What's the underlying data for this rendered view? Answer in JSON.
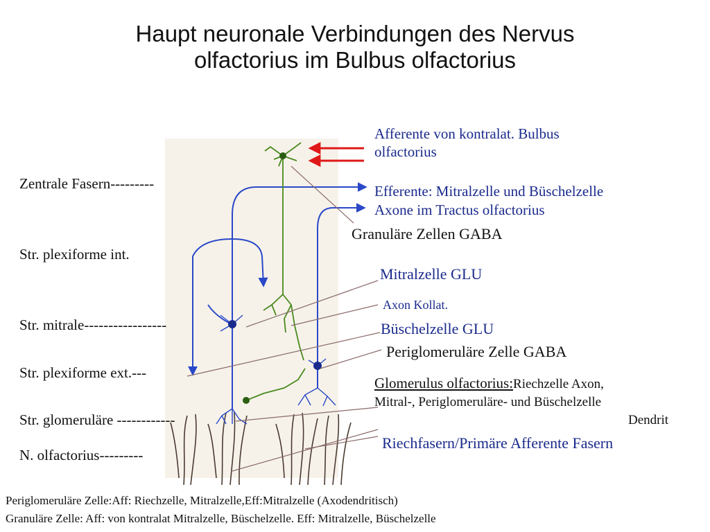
{
  "title": {
    "line1": "Haupt neuronale Verbindungen des Nervus",
    "line2": "olfactorius im Bulbus olfactorius"
  },
  "layers": [
    "Zentrale Fasern---------",
    "Str. plexiforme int.",
    "Str. mitrale-----------------",
    "Str. plexiforme ext.---",
    "Str. glomeruläre ------------",
    "N. olfactorius---------"
  ],
  "labels": {
    "afferente_1": "Afferente von kontralat. Bulbus",
    "afferente_2": "olfactorius",
    "efferente_1": "Efferente: Mitralzelle und Büschelzelle",
    "efferente_2": "Axone im Tractus olfactorius",
    "granulare": "Granuläre Zellen GABA",
    "mitralzelle": "Mitralzelle GLU",
    "axon_kollat": "Axon Kollat.",
    "buschelzelle": "Büschelzelle GLU",
    "periglomerulare": "Periglomeruläre Zelle GABA",
    "glomerulus_head": "Glomerulus olfactorius:",
    "glomerulus_rest": "Riechzelle Axon,",
    "glomerulus_2": "Mitral-, Periglomeruläre- und Büschelzelle",
    "glomerulus_3": "Dendrit",
    "riechfasern": "Riechfasern/Primäre Afferente Fasern"
  },
  "footnotes": [
    "Periglomeruläre Zelle:Aff: Riechzelle, Mitralzelle,Eff:Mitralzelle (Axodendritisch)",
    "Granuläre Zelle: Aff: von kontralat Mitralzelle, Büschelzelle. Eff: Mitralzelle, Büschelzelle"
  ],
  "colors": {
    "axon_blue": "#2a48c8",
    "granule_green": "#4a8a1e",
    "arrow_red": "#e01818",
    "label_blue": "#1a2a8c",
    "leader_line": "#8a6a6a",
    "receptor_brown": "#4a3a30"
  }
}
